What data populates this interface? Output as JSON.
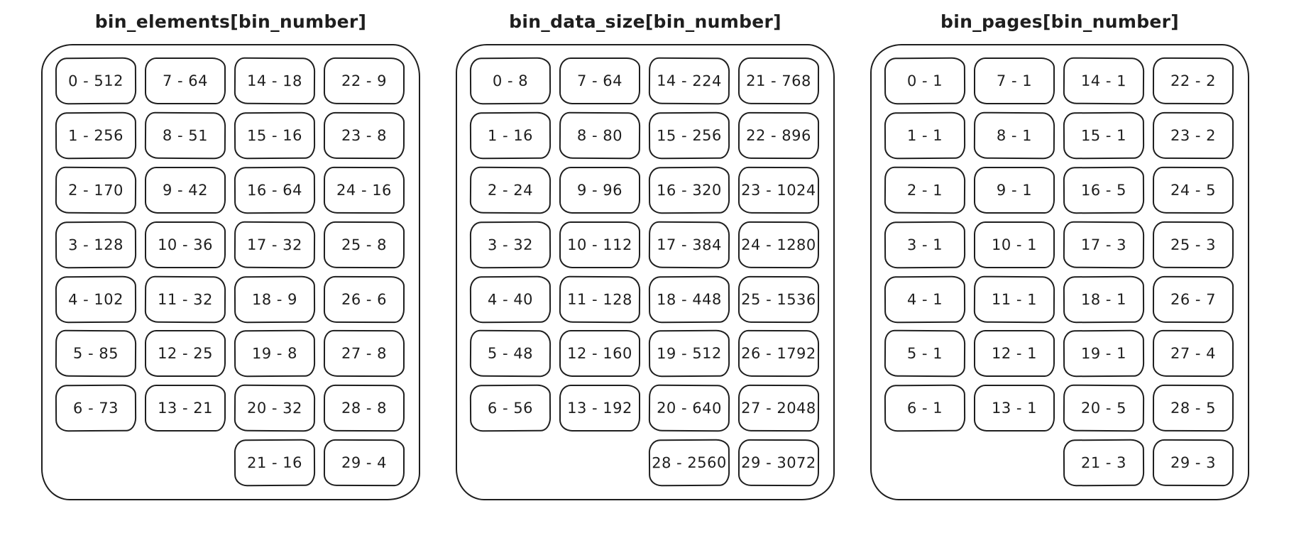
{
  "colors": {
    "stroke": "#1e1e1e",
    "background": "#ffffff"
  },
  "panels": [
    {
      "id": "bin_elements",
      "title": "bin_elements[bin_number]",
      "rows": [
        [
          "0 - 512",
          "7 - 64",
          "14 - 18",
          "22 - 9"
        ],
        [
          "1 - 256",
          "8 - 51",
          "15 - 16",
          "23 - 8"
        ],
        [
          "2 - 170",
          "9 - 42",
          "16 - 64",
          "24 - 16"
        ],
        [
          "3 - 128",
          "10 - 36",
          "17 - 32",
          "25 - 8"
        ],
        [
          "4 - 102",
          "11 - 32",
          "18 - 9",
          "26 - 6"
        ],
        [
          "5 - 85",
          "12 - 25",
          "19 - 8",
          "27 - 8"
        ],
        [
          "6 - 73",
          "13 - 21",
          "20 - 32",
          "28 - 8"
        ],
        [
          null,
          null,
          "21 - 16",
          "29 - 4"
        ]
      ]
    },
    {
      "id": "bin_data_size",
      "title": "bin_data_size[bin_number]",
      "rows": [
        [
          "0 - 8",
          "7 - 64",
          "14 - 224",
          "21 - 768"
        ],
        [
          "1 - 16",
          "8 - 80",
          "15 - 256",
          "22 - 896"
        ],
        [
          "2 - 24",
          "9 - 96",
          "16 - 320",
          "23 - 1024"
        ],
        [
          "3 - 32",
          "10 - 112",
          "17 - 384",
          "24 - 1280"
        ],
        [
          "4 - 40",
          "11 - 128",
          "18 - 448",
          "25 - 1536"
        ],
        [
          "5 - 48",
          "12 - 160",
          "19 - 512",
          "26 - 1792"
        ],
        [
          "6 - 56",
          "13 - 192",
          "20 - 640",
          "27 - 2048"
        ],
        [
          null,
          null,
          "28 - 2560",
          "29 - 3072"
        ]
      ]
    },
    {
      "id": "bin_pages",
      "title": "bin_pages[bin_number]",
      "rows": [
        [
          "0 - 1",
          "7 - 1",
          "14 - 1",
          "22 - 2"
        ],
        [
          "1 - 1",
          "8 - 1",
          "15 - 1",
          "23 - 2"
        ],
        [
          "2 - 1",
          "9 - 1",
          "16 - 5",
          "24 - 5"
        ],
        [
          "3 - 1",
          "10 - 1",
          "17 - 3",
          "25 - 3"
        ],
        [
          "4 - 1",
          "11 - 1",
          "18 - 1",
          "26 - 7"
        ],
        [
          "5 - 1",
          "12 - 1",
          "19 - 1",
          "27 - 4"
        ],
        [
          "6 - 1",
          "13 - 1",
          "20 - 5",
          "28 - 5"
        ],
        [
          null,
          null,
          "21 - 3",
          "29 - 3"
        ]
      ]
    }
  ]
}
